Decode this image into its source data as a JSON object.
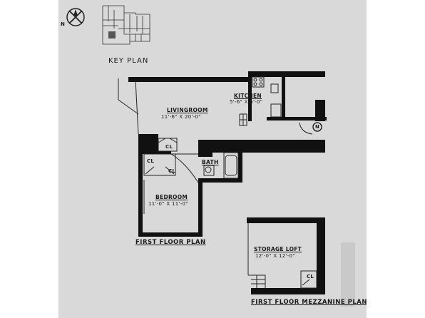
{
  "key_plan": {
    "title": "KEY PLAN"
  },
  "first_floor": {
    "title": "FIRST FLOOR PLAN",
    "rooms": [
      {
        "name": "LIVINGROOM",
        "dims": "11'-6\" X 20'-0\""
      },
      {
        "name": "KITCHEN",
        "dims": "5'-6\" X 6'-0\""
      },
      {
        "name": "BEDROOM",
        "dims": "11'-0\" X 11'-0\""
      },
      {
        "name": "BATH",
        "dims": ""
      }
    ],
    "closets": [
      "CL",
      "CL",
      "CL"
    ]
  },
  "mezzanine": {
    "title": "FIRST FLOOR MEZZANINE PLAN",
    "room": {
      "name": "STORAGE LOFT",
      "dims": "12'-0\" X 12'-0\""
    },
    "closet": "CL"
  },
  "compass": {
    "north_label": "N"
  },
  "colors": {
    "wall": "#111111",
    "paper": "#d9d9d9",
    "background": "#ffffff"
  }
}
